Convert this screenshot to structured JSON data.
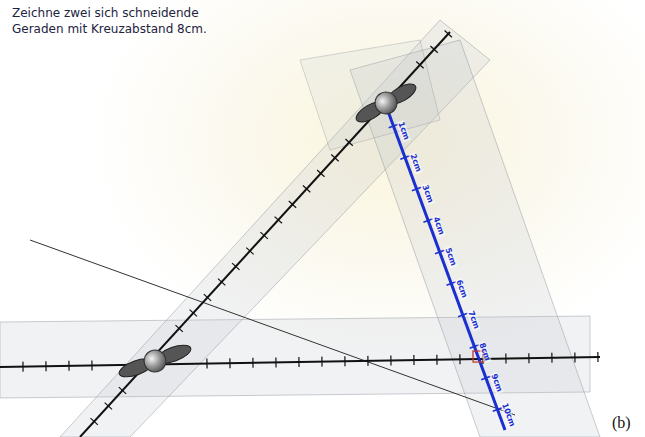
{
  "diagram": {
    "labels": [
      "Zeichne zwei sich schneidende Geraden mit Kreuzabstand 8cm.",
      "1cm",
      "2cm",
      "3cm",
      "4cm",
      "5cm",
      "6cm",
      "7cm",
      "8cm",
      "9cm",
      "10cm",
      "(b)"
    ]
  }
}
